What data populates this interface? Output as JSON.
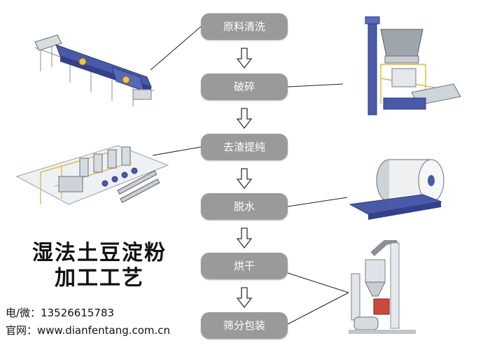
{
  "steps": [
    "原料清洗",
    "破碎",
    "去渣提纯",
    "脱水",
    "烘干",
    "筛分包装"
  ],
  "title": {
    "line1": "湿法土豆淀粉",
    "line2": "加工工艺"
  },
  "contact": {
    "phone_label": "电/微：",
    "phone": "13526615783",
    "site_label": "官网：",
    "site": "www.dianfentang.com.cn"
  },
  "colors": {
    "step_fill": "#9a9a9a",
    "step_text": "#ffffff",
    "machine_blue": "#4a5aa8",
    "machine_white": "#e8ecef",
    "frame_gray": "#b8bcc2"
  }
}
